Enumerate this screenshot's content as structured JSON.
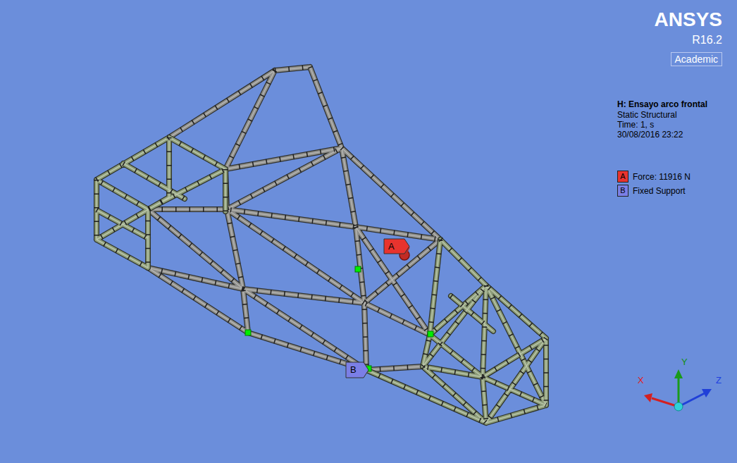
{
  "diagram": {
    "title": "H: Ensayo arco frontal",
    "nodes": [
      {
        "text": [
          "A"
        ]
      },
      {
        "text": [
          "B"
        ]
      }
    ],
    "labels": [
      "ANSYS",
      "R16.2",
      "Academic",
      "Static Structural",
      "Time: 1, s",
      "30/08/2016 23:22",
      "A",
      "B",
      "X",
      "Y",
      "Z"
    ],
    "legend": [
      {
        "text": "Force: 11916 N",
        "color": "#e8332e"
      },
      {
        "text": "Fixed Support",
        "color": "#7b7fe6"
      }
    ]
  }
}
